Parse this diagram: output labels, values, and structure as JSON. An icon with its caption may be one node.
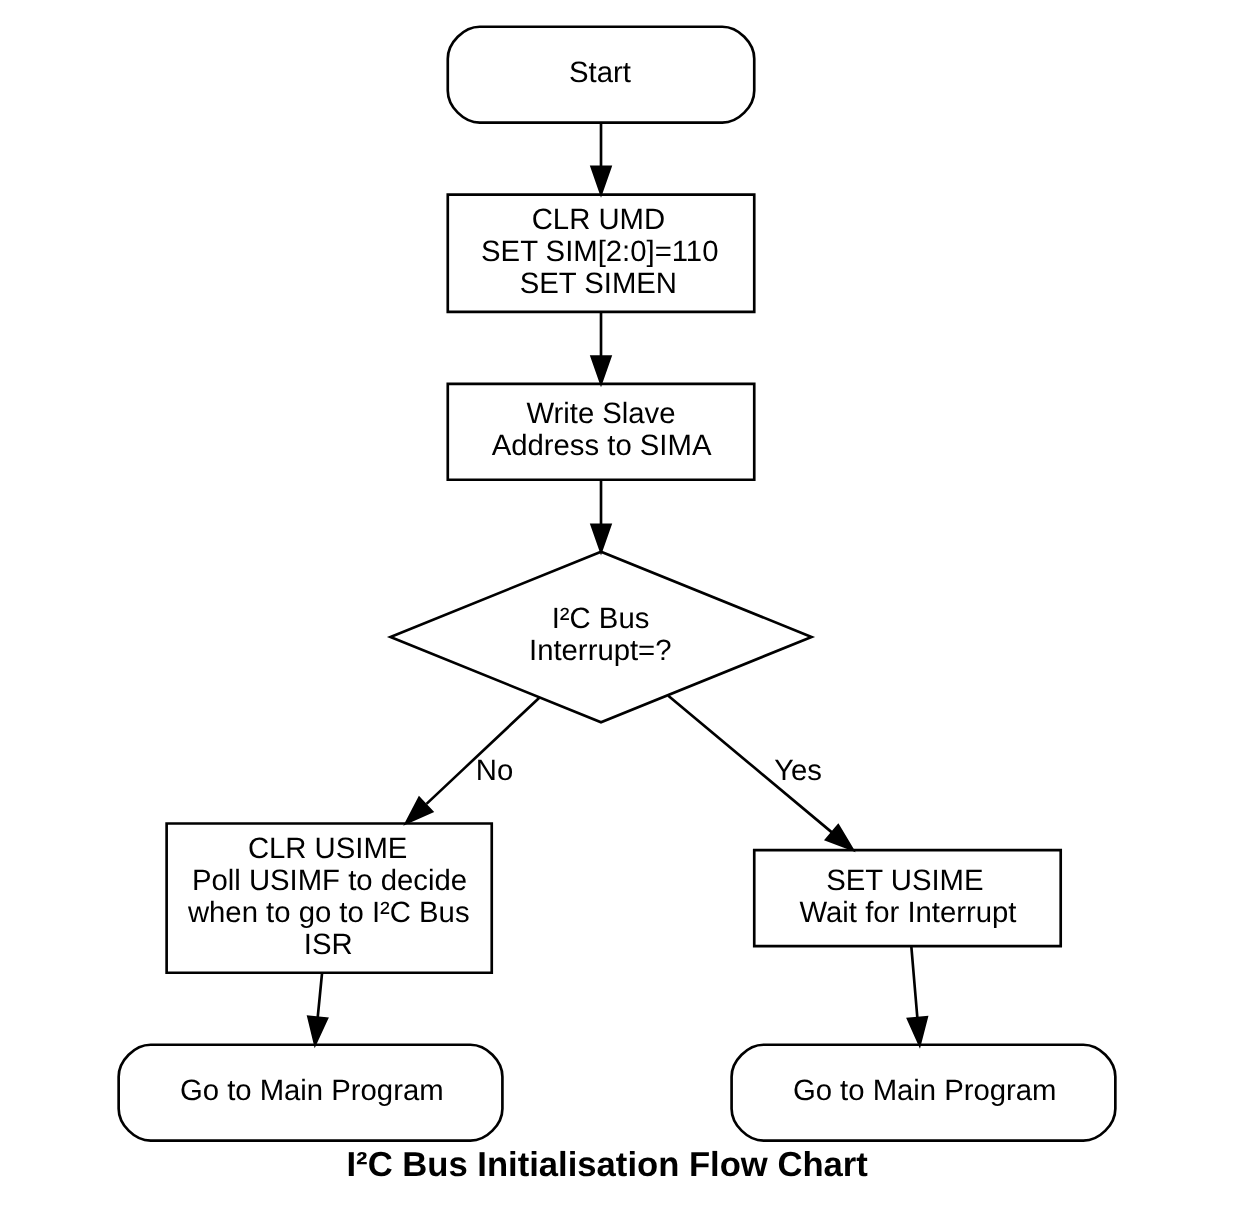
{
  "diagram": {
    "caption": "I²C Bus Initialisation Flow Chart",
    "nodes": [
      {
        "text": [
          "Start"
        ]
      },
      {
        "text": [
          "CLR UMD",
          "SET SIM[2:0]=110",
          "SET SIMEN"
        ]
      },
      {
        "text": [
          "Write Slave Address to SIMA"
        ]
      },
      {
        "text": [
          "I²C Bus Interrupt=?"
        ]
      },
      {
        "text": [
          "CLR USIME",
          "Poll USIMF to decide when to go to I²C Bus ISR"
        ]
      },
      {
        "text": [
          "SET USIME",
          "Wait for Interrupt"
        ]
      },
      {
        "text": [
          "Go to Main Program"
        ]
      },
      {
        "text": [
          "Go to Main Program"
        ]
      }
    ],
    "edges": [
      {
        "from": 0,
        "to": 1,
        "arrow": "to"
      },
      {
        "from": 1,
        "to": 2,
        "arrow": "to"
      },
      {
        "from": 2,
        "to": 3,
        "arrow": "to"
      },
      {
        "from": 3,
        "to": 4,
        "arrow": "to",
        "label": "No"
      },
      {
        "from": 3,
        "to": 5,
        "arrow": "to",
        "label": "Yes"
      },
      {
        "from": 4,
        "to": 6,
        "arrow": "to"
      },
      {
        "from": 5,
        "to": 7,
        "arrow": "to"
      }
    ]
  }
}
